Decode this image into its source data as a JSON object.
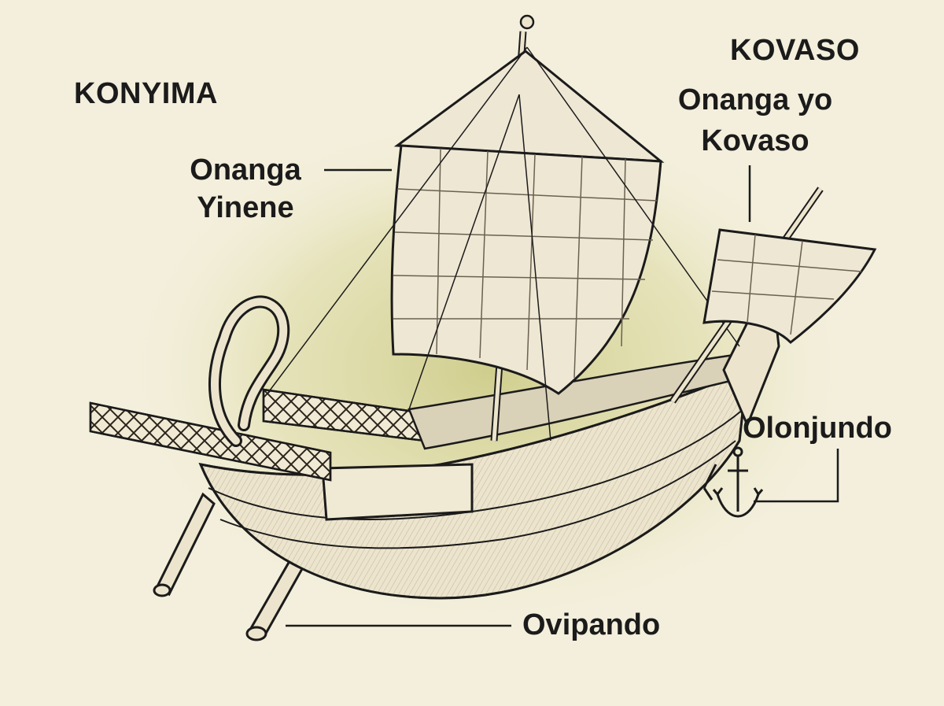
{
  "headings": {
    "left": "KONYIMA",
    "right": "KOVASO"
  },
  "parts": {
    "main_sail": [
      "Onanga",
      "Yinene"
    ],
    "fore_sail": [
      "Onanga yo",
      "Kovaso"
    ],
    "anchor": "Olonjundo",
    "steering_oars": "Ovipando"
  },
  "colors": {
    "background": "#f3efdc",
    "glow": "#c9c87f",
    "ink": "#1b1b1b",
    "hull": "#ece4cc",
    "sail": "#eee7d4"
  }
}
